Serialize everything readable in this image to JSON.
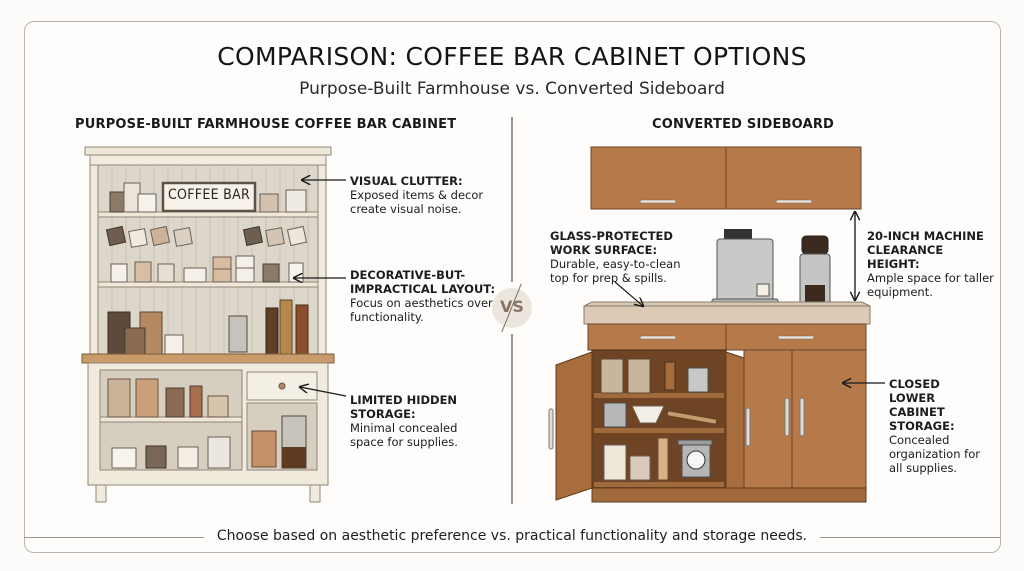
{
  "header": {
    "title": "COMPARISON: COFFEE BAR CABINET OPTIONS",
    "subtitle": "Purpose-Built Farmhouse vs. Converted Sideboard"
  },
  "left": {
    "heading": "PURPOSE-BUILT FARMHOUSE COFFEE BAR CABINET",
    "sign_text": "COFFEE BAR",
    "callouts": [
      {
        "title": "VISUAL CLUTTER:",
        "body": "Exposed items & decor create visual noise."
      },
      {
        "title": "DECORATIVE-BUT-IMPRACTICAL LAYOUT:",
        "body": "Focus on aesthetics over functionality."
      },
      {
        "title": "LIMITED HIDDEN STORAGE:",
        "body": "Minimal concealed space for supplies."
      }
    ]
  },
  "vs_label": "VS",
  "right": {
    "heading": "CONVERTED SIDEBOARD",
    "callouts": [
      {
        "title": "GLASS-PROTECTED WORK SURFACE:",
        "body": "Durable, easy-to-clean top for prep & spills."
      },
      {
        "title": "20-INCH MACHINE CLEARANCE HEIGHT:",
        "body": "Ample space for taller equipment."
      },
      {
        "title": "CLOSED LOWER CABINET STORAGE:",
        "body": "Concealed organization for all supplies."
      }
    ]
  },
  "footer": {
    "text": "Choose based on aesthetic preference vs. practical functionality and storage needs."
  },
  "colors": {
    "farmhouse_cream": "#efe8d8",
    "farmhouse_wood_top": "#c99a6a",
    "sideboard_wood": "#b0733f",
    "frame_border": "#b9b5ad",
    "vs_circle": "#ece6df"
  }
}
